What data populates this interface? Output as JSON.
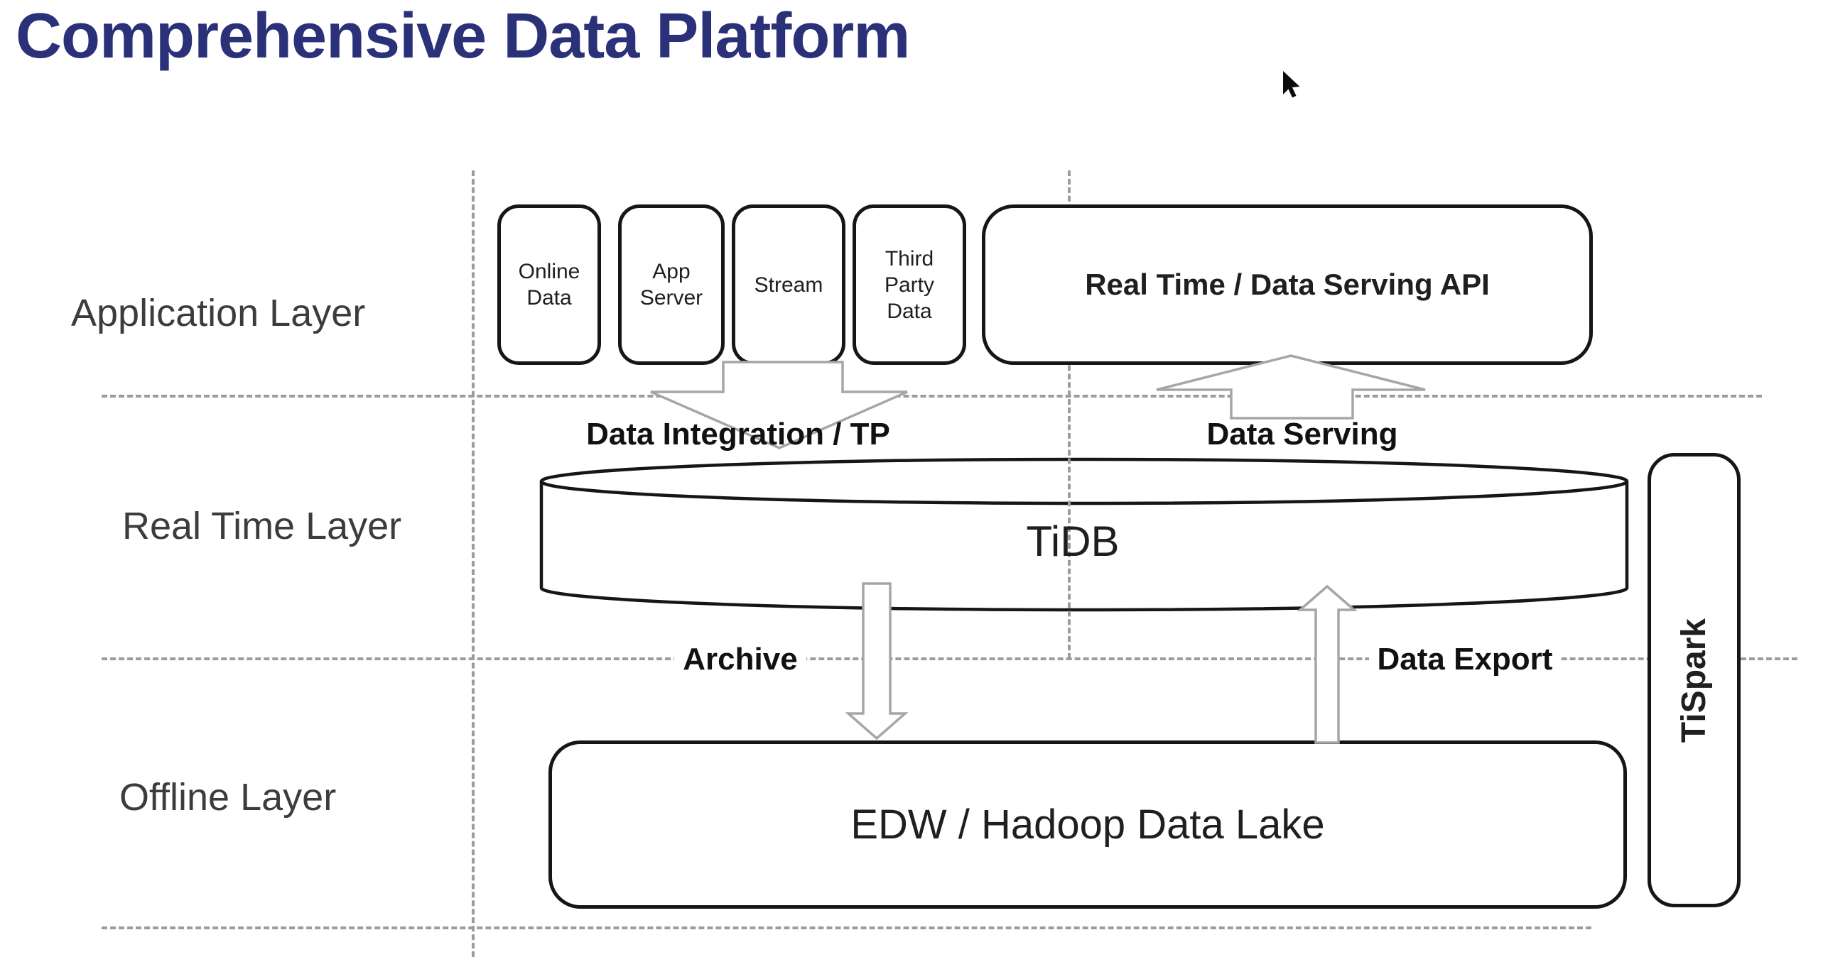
{
  "title": "Comprehensive Data Platform",
  "layer_labels": {
    "application": "Application Layer",
    "real_time": "Real Time Layer",
    "offline": "Offline Layer"
  },
  "application_layer": {
    "sources": [
      "Online Data",
      "App Server",
      "Stream",
      "Third Party Data"
    ],
    "api_box_label": "Real Time / Data Serving API"
  },
  "flow_labels": {
    "data_integration": "Data Integration / TP",
    "data_serving": "Data Serving",
    "archive": "Archive",
    "data_export": "Data Export"
  },
  "real_time_layer": {
    "database_label": "TiDB"
  },
  "offline_layer": {
    "storage_label": "EDW / Hadoop Data Lake"
  },
  "sidecar_label": "TiSpark",
  "colors": {
    "title": "#2b3179",
    "diagram_text": "#1f1f1f",
    "layer_label_text": "#3c3c3c",
    "shape_border": "#161616",
    "dash_line": "#9c9c9c",
    "arrow_outline": "#a6a6a6",
    "background": "#ffffff"
  }
}
